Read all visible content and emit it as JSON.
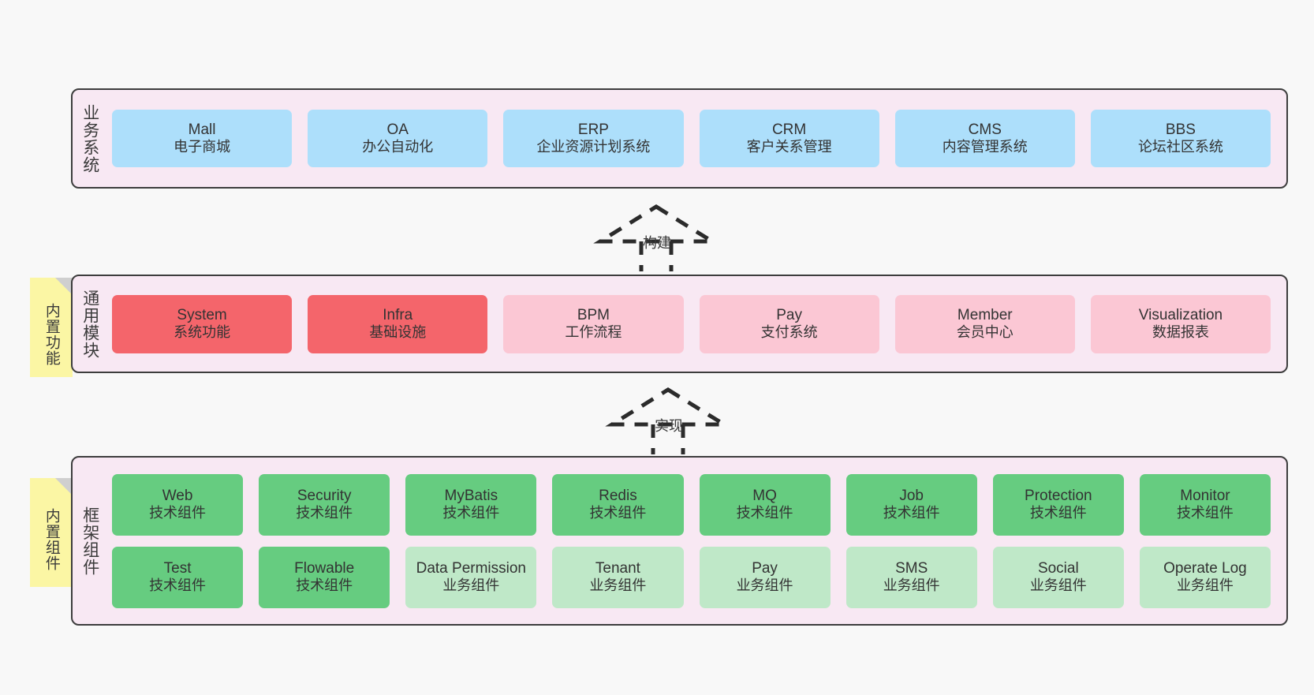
{
  "sections": {
    "business": {
      "title": "业务系统",
      "items": [
        {
          "name": "Mall",
          "desc": "电子商城",
          "color": "#addffb"
        },
        {
          "name": "OA",
          "desc": "办公自动化",
          "color": "#addffb"
        },
        {
          "name": "ERP",
          "desc": "企业资源计划系统",
          "color": "#addffb"
        },
        {
          "name": "CRM",
          "desc": "客户关系管理",
          "color": "#addffb"
        },
        {
          "name": "CMS",
          "desc": "内容管理系统",
          "color": "#addffb"
        },
        {
          "name": "BBS",
          "desc": "论坛社区系统",
          "color": "#addffb"
        }
      ]
    },
    "modules": {
      "title": "通用模块",
      "note": "内置功能",
      "items": [
        {
          "name": "System",
          "desc": "系统功能",
          "color": "#f4656b"
        },
        {
          "name": "Infra",
          "desc": "基础设施",
          "color": "#f4656b"
        },
        {
          "name": "BPM",
          "desc": "工作流程",
          "color": "#fbc7d4"
        },
        {
          "name": "Pay",
          "desc": "支付系统",
          "color": "#fbc7d4"
        },
        {
          "name": "Member",
          "desc": "会员中心",
          "color": "#fbc7d4"
        },
        {
          "name": "Visualization",
          "desc": "数据报表",
          "color": "#fbc7d4"
        }
      ]
    },
    "framework": {
      "title": "框架组件",
      "note": "内置组件",
      "row1": [
        {
          "name": "Web",
          "desc": "技术组件",
          "color": "#66cc80"
        },
        {
          "name": "Security",
          "desc": "技术组件",
          "color": "#66cc80"
        },
        {
          "name": "MyBatis",
          "desc": "技术组件",
          "color": "#66cc80"
        },
        {
          "name": "Redis",
          "desc": "技术组件",
          "color": "#66cc80"
        },
        {
          "name": "MQ",
          "desc": "技术组件",
          "color": "#66cc80"
        },
        {
          "name": "Job",
          "desc": "技术组件",
          "color": "#66cc80"
        },
        {
          "name": "Protection",
          "desc": "技术组件",
          "color": "#66cc80"
        },
        {
          "name": "Monitor",
          "desc": "技术组件",
          "color": "#66cc80"
        }
      ],
      "row2": [
        {
          "name": "Test",
          "desc": "技术组件",
          "color": "#66cc80"
        },
        {
          "name": "Flowable",
          "desc": "技术组件",
          "color": "#66cc80"
        },
        {
          "name": "Data Permission",
          "desc": "业务组件",
          "color": "#bfe8c8"
        },
        {
          "name": "Tenant",
          "desc": "业务组件",
          "color": "#bfe8c8"
        },
        {
          "name": "Pay",
          "desc": "业务组件",
          "color": "#bfe8c8"
        },
        {
          "name": "SMS",
          "desc": "业务组件",
          "color": "#bfe8c8"
        },
        {
          "name": "Social",
          "desc": "业务组件",
          "color": "#bfe8c8"
        },
        {
          "name": "Operate Log",
          "desc": "业务组件",
          "color": "#bfe8c8"
        }
      ]
    }
  },
  "arrows": {
    "build": "构建",
    "implement": "实现"
  },
  "colors": {
    "panel_fill": "#f8e8f3",
    "panel_border": "#3d3d3d",
    "note_fill": "#fbf6a4",
    "note_fold": "#cfcfcf",
    "business_item": "#addffb",
    "module_core": "#f4656b",
    "module_other": "#fbc7d4",
    "tech_component": "#66cc80",
    "biz_component": "#bfe8c8",
    "background": "#f8f8f8"
  }
}
